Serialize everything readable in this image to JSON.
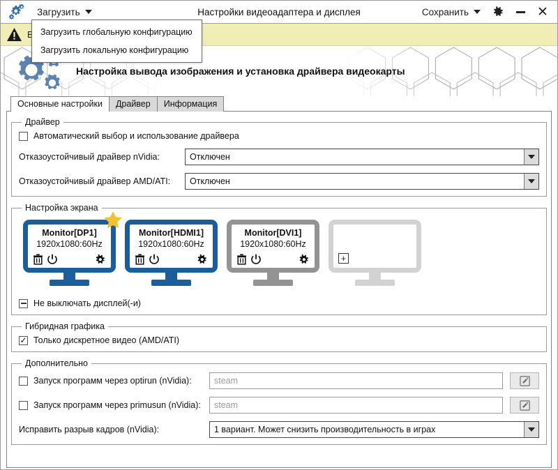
{
  "window": {
    "title": "Настройки видеоадаптера и дисплея",
    "load_menu_label": "Загрузить",
    "save_menu_label": "Сохранить",
    "settings_icon": "gear-icon",
    "minimize_icon": "minimize-icon",
    "close_icon": "close-icon",
    "app_icon": "gears-app-icon"
  },
  "load_dropdown": {
    "open": true,
    "items": [
      {
        "label": "Загрузить глобальную конфигурацию"
      },
      {
        "label": "Загрузить локальную конфигурацию"
      }
    ]
  },
  "warning_banner": {
    "icon": "warning-triangle-icon",
    "text": "В",
    "background": "#f0eeb4"
  },
  "hero": {
    "icon": "gears-icon",
    "title": "Настройка вывода изображения и установка драйвера видеокарты",
    "accent_color": "#5b82b0"
  },
  "tabs": [
    {
      "label": "Основные настройки",
      "active": true
    },
    {
      "label": "Драйвер",
      "active": false
    },
    {
      "label": "Информация",
      "active": false
    }
  ],
  "driver_group": {
    "legend": "Драйвер",
    "auto_checkbox": {
      "label": "Автоматический выбор и использование драйвера",
      "state": "unchecked"
    },
    "nvidia": {
      "label": "Отказоустойчивый драйвер nVidia:",
      "value": "Отключен"
    },
    "amd": {
      "label": "Отказоустойчивый драйвер AMD/ATI:",
      "value": "Отключен"
    }
  },
  "screen_group": {
    "legend": "Настройка экрана",
    "monitors": [
      {
        "name": "Monitor[DP1]",
        "resolution": "1920x1080:60Hz",
        "state": "active",
        "primary": true,
        "color": "#1b5e9c",
        "star_icon": "star-icon",
        "delete_icon": "trash-icon",
        "power_icon": "power-icon",
        "settings_icon": "gear-icon"
      },
      {
        "name": "Monitor[HDMI1]",
        "resolution": "1920x1080:60Hz",
        "state": "active",
        "primary": false,
        "color": "#1b5e9c",
        "delete_icon": "trash-icon",
        "power_icon": "power-icon",
        "settings_icon": "gear-icon"
      },
      {
        "name": "Monitor[DVI1]",
        "resolution": "1920x1080:60Hz",
        "state": "disabled",
        "primary": false,
        "color": "#939393",
        "delete_icon": "trash-icon",
        "power_icon": "power-icon",
        "settings_icon": "gear-icon"
      },
      {
        "name": "",
        "resolution": "",
        "state": "empty",
        "primary": false,
        "color": "#d2d2d2",
        "add_icon": "plus-box-icon"
      }
    ],
    "keep_display_on": {
      "label": "Не выключать дисплей(-и)",
      "state": "indeterminate"
    }
  },
  "hybrid_group": {
    "legend": "Гибридная графика",
    "discrete_only": {
      "label": "Только дискретное видео (AMD/ATI)",
      "state": "checked"
    }
  },
  "advanced_group": {
    "legend": "Дополнительно",
    "optirun": {
      "label": "Запуск программ через optirun (nVidia):",
      "state": "unchecked",
      "value": "",
      "placeholder": "steam",
      "edit_icon": "pencil-icon"
    },
    "primusrun": {
      "label": "Запуск программ через primusun (nVidia):",
      "state": "unchecked",
      "value": "",
      "placeholder": "steam",
      "edit_icon": "pencil-icon"
    },
    "tearfree": {
      "label": "Исправить разрыв кадров (nVidia):",
      "value": "1 вариант. Может снизить производительность в играх"
    }
  }
}
